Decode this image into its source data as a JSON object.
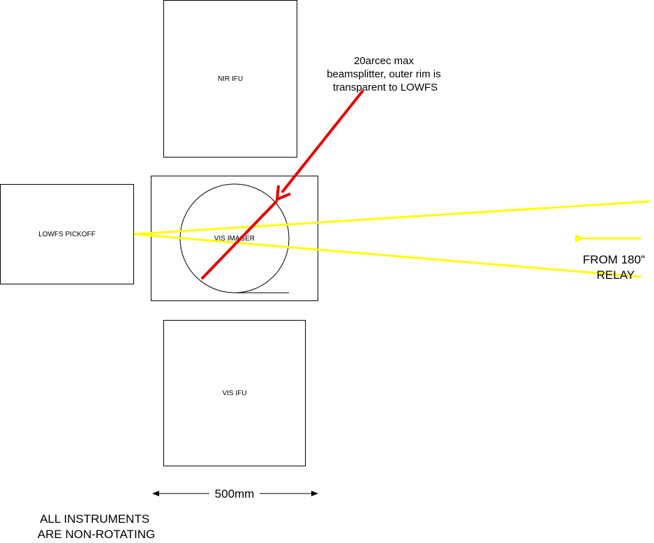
{
  "boxes": {
    "nir_ifu": "NIR IFU",
    "lowfs_pickoff": "LOWFS PICKOFF",
    "vis_imager": "VIS IMAGER",
    "vis_ifu": "VIS IFU"
  },
  "annotations": {
    "beamsplitter": [
      "20arcec max",
      "beamsplitter, outer rim is",
      "transparent to LOWFS"
    ],
    "source": [
      "FROM 180\"",
      "RELAY"
    ],
    "scale": "500mm",
    "footer": [
      "ALL INSTRUMENTS",
      "ARE NON-ROTATING"
    ]
  },
  "colors": {
    "beam": "#ffff00",
    "beamsplitter": "#e60000",
    "outline": "#000000"
  }
}
